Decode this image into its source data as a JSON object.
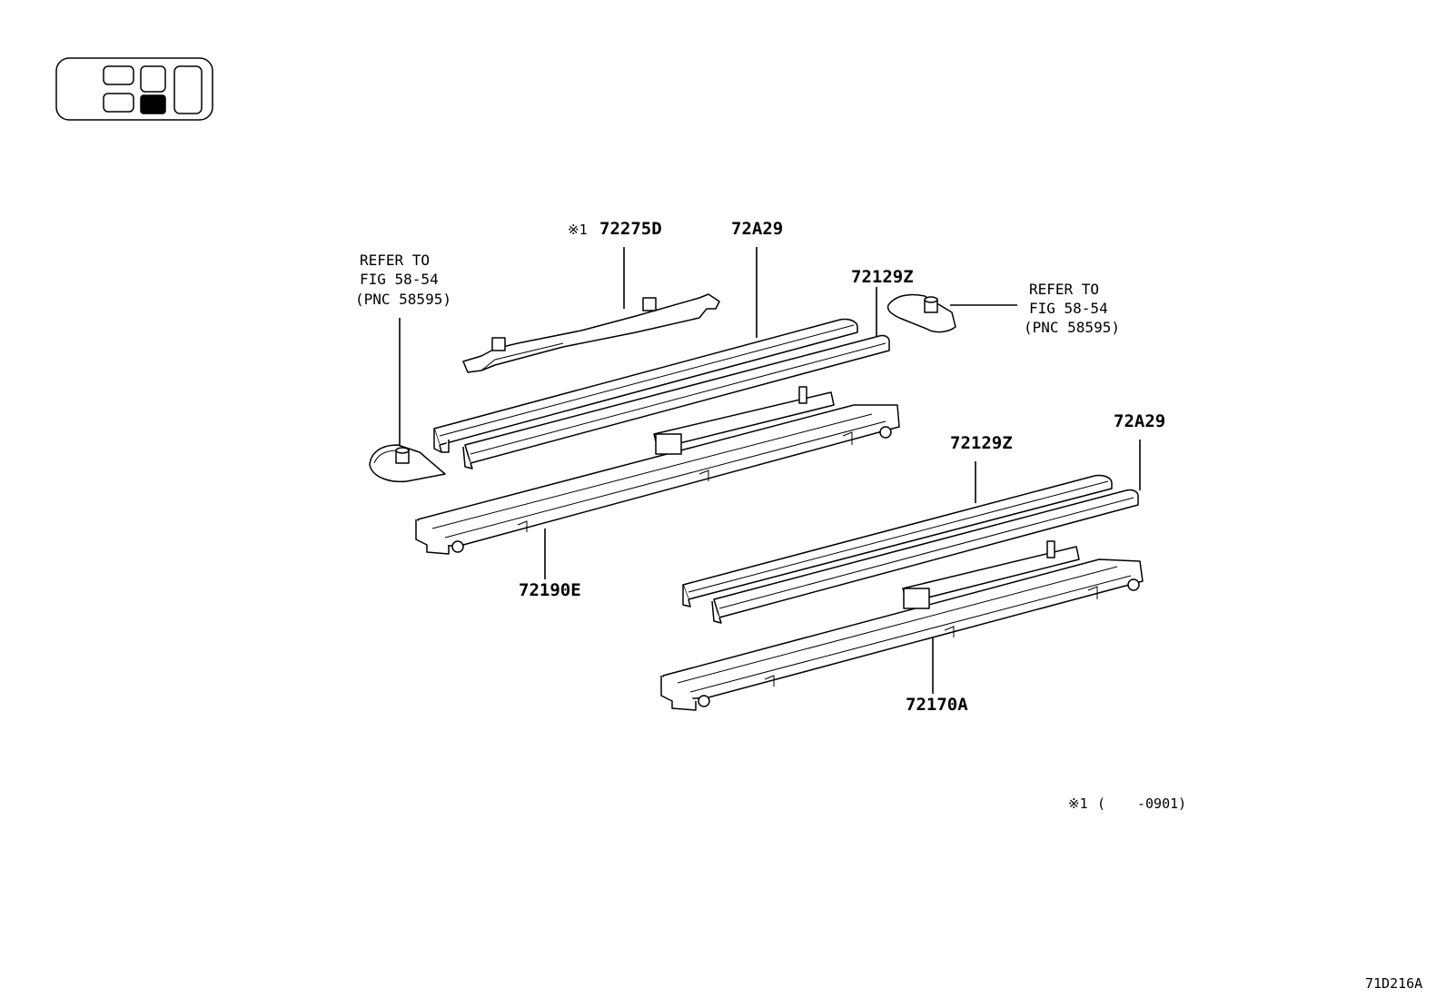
{
  "figure_code": "71D216A",
  "footnote": {
    "mark": "※1",
    "open_paren": "(",
    "range": "-0901)"
  },
  "callouts": {
    "p72275D": {
      "mark": "※1",
      "number": "72275D"
    },
    "p72A29_upper": "72A29",
    "p72129Z_upper": "72129Z",
    "p72190E": "72190E",
    "p72129Z_lower": "72129Z",
    "p72A29_lower": "72A29",
    "p72170A": "72170A"
  },
  "refer_left": {
    "line1": "REFER TO",
    "line2": "FIG 58-54",
    "line3": "(PNC 58595)"
  },
  "refer_right": {
    "line1": "REFER TO",
    "line2": "FIG 58-54",
    "line3": "(PNC 58595)"
  },
  "locator": {
    "highlighted_cell": "middle-bottom"
  }
}
